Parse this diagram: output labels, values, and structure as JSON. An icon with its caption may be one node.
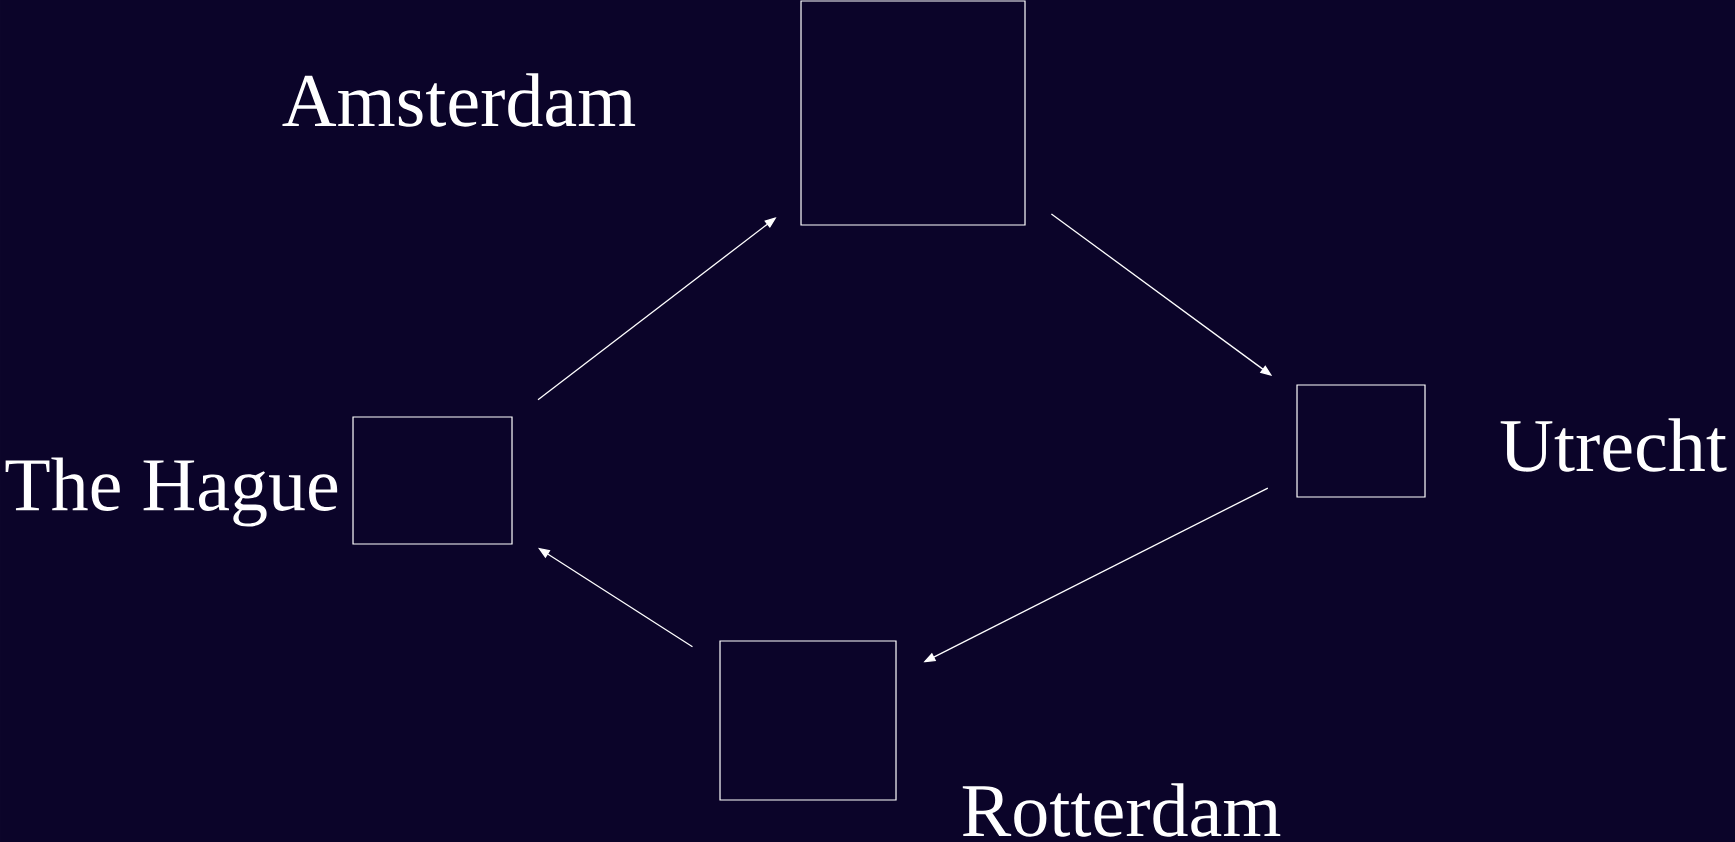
{
  "diagram": {
    "nodes": [
      {
        "text": [
          "Amsterdam"
        ]
      },
      {
        "text": [
          "Utrecht"
        ]
      },
      {
        "text": [
          "Rotterdam"
        ]
      },
      {
        "text": [
          "The Hague"
        ]
      }
    ],
    "edges": [
      {
        "from": 3,
        "to": 0,
        "arrow": "to"
      },
      {
        "from": 0,
        "to": 1,
        "arrow": "to"
      },
      {
        "from": 1,
        "to": 2,
        "arrow": "to"
      },
      {
        "from": 2,
        "to": 3,
        "arrow": "to"
      }
    ]
  }
}
